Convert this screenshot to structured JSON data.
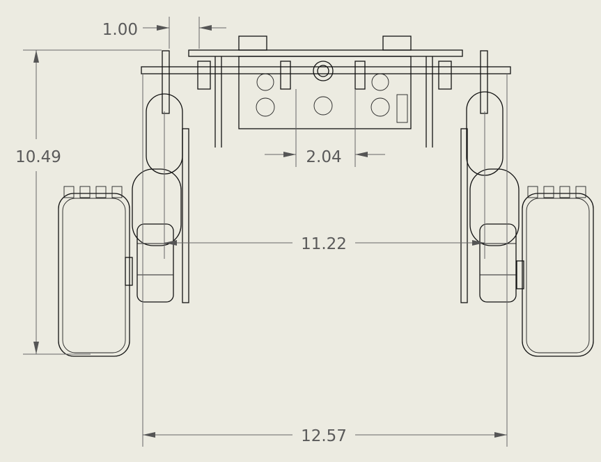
{
  "dimensions": {
    "top_gap": "1.00",
    "height": "10.49",
    "inner_gap": "2.04",
    "center_span": "11.22",
    "overall_width": "12.57"
  },
  "colors": {
    "background": "#ecebe1",
    "line": "#111111",
    "dimension": "#5a5a5a"
  }
}
